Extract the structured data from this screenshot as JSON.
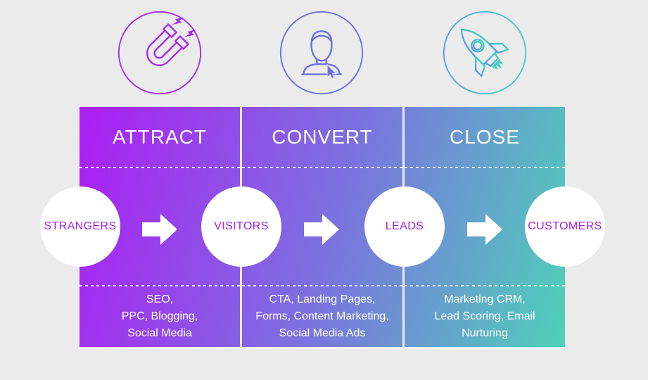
{
  "title_hint": "Inbound marketing funnel diagram",
  "icons": [
    {
      "name": "magnet-icon",
      "color": "#a62bef"
    },
    {
      "name": "user-select-icon",
      "color": "#6f6fe2"
    },
    {
      "name": "rocket-icon",
      "color_start": "#58a0e0",
      "color_end": "#45d1c0"
    }
  ],
  "stages": [
    {
      "title": "ATTRACT",
      "tactics": [
        "SEO,",
        "PPC, Blogging,",
        "Social Media"
      ]
    },
    {
      "title": "CONVERT",
      "tactics": [
        "CTA, Landing Pages,",
        "Forms, Content Marketing,",
        "Social Media Ads"
      ]
    },
    {
      "title": "CLOSE",
      "tactics": [
        "Marketing CRM,",
        "Lead Scoring, Email",
        "Nurturing"
      ]
    }
  ],
  "audiences": [
    "STRANGERS",
    "VISITORS",
    "LEADS",
    "CUSTOMERS"
  ],
  "colors": {
    "background": "#ebebec",
    "gradient_start": "#ad1df4",
    "gradient_mid": "#7b72df",
    "gradient_end": "#4fd1b9",
    "stage_text": "#ffffff",
    "audience_text": "#a321e6",
    "circle_fill": "#ffffff"
  }
}
